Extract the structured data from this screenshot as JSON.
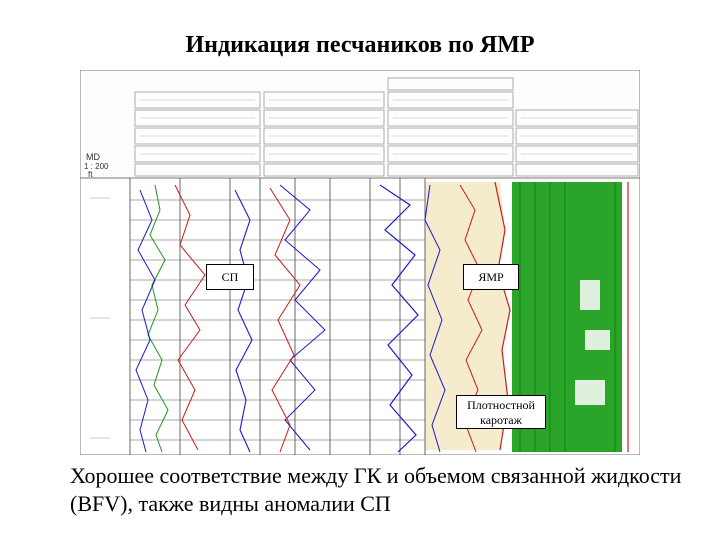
{
  "slide": {
    "title": "Индикация песчаников по ЯМР",
    "caption": "Хорошее соответствие между ГК и объемом связанной жидкости (BFV), также видны аномалии СП"
  },
  "depth_header": {
    "md": "MD",
    "scale": "1 : 200",
    "unit": "ft"
  },
  "callouts": {
    "sp": "СП",
    "nmr": "ЯМР",
    "density": "Плотностной каротаж"
  },
  "colors": {
    "accent_green": "#1a9a1a",
    "curve_red": "#d01a1a",
    "curve_blue": "#1a1ad0",
    "fill_cream": "#f4eccc"
  }
}
